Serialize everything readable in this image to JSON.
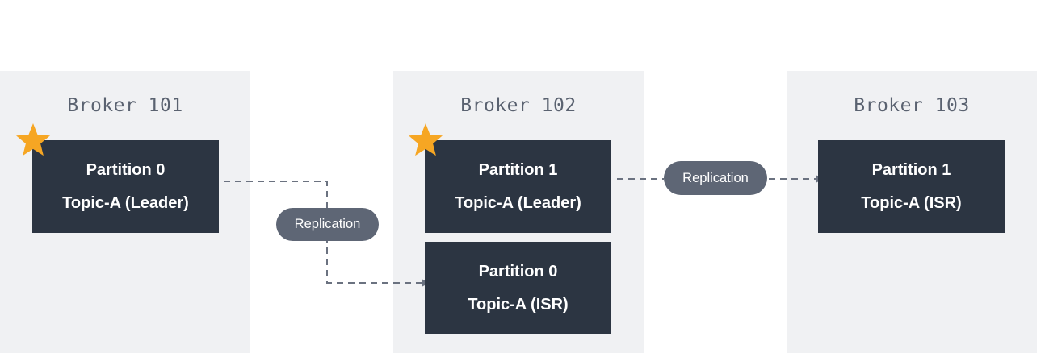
{
  "brokers": [
    {
      "title": "Broker 101"
    },
    {
      "title": "Broker 102"
    },
    {
      "title": "Broker 103"
    }
  ],
  "partitions": {
    "p0_leader": {
      "line1": "Partition 0",
      "line2": "Topic-A (Leader)"
    },
    "p1_leader": {
      "line1": "Partition 1",
      "line2": "Topic-A (Leader)"
    },
    "p0_isr": {
      "line1": "Partition 0",
      "line2": "Topic-A (ISR)"
    },
    "p1_isr": {
      "line1": "Partition 1",
      "line2": "Topic-A (ISR)"
    }
  },
  "replication_labels": {
    "left": "Replication",
    "right": "Replication"
  },
  "icons": {
    "leader_marker": "star-icon"
  },
  "colors": {
    "broker_bg": "#f0f1f3",
    "partition_bg": "#2c3542",
    "pill_bg": "#5e6675",
    "star": "#f6a623",
    "connector": "#6b7280"
  }
}
